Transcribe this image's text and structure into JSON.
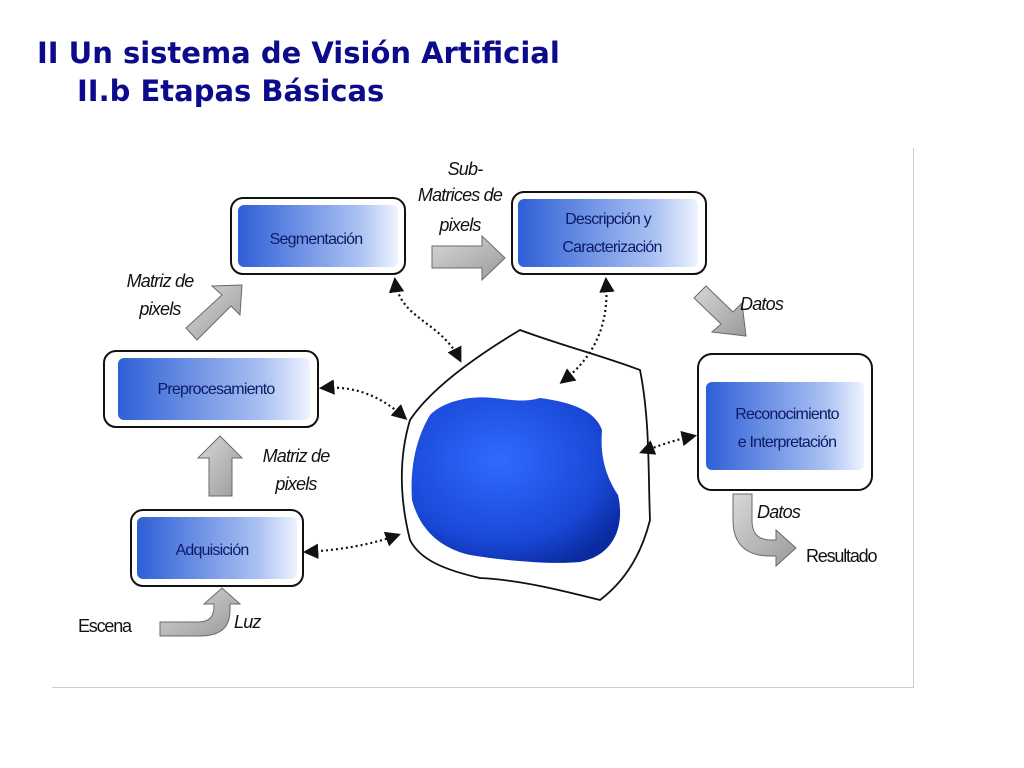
{
  "title": {
    "line1": "II Un sistema de Visión Artificial",
    "line2": "II.b   Etapas Básicas"
  },
  "stages": {
    "segmentacion": "Segmentación",
    "descripcion_l1": "Descripción y",
    "descripcion_l2": "Caracterización",
    "preprocesamiento": "Preprocesamiento",
    "reconocimiento_l1": "Reconocimiento",
    "reconocimiento_l2": "e Interpretación",
    "adquisicion": "Adquisición"
  },
  "labels": {
    "submatrices_l1": "Sub-",
    "submatrices_l2": "Matrices de",
    "submatrices_l3": "pixels",
    "matriz1_l1": "Matriz de",
    "matriz1_l2": "pixels",
    "matriz2_l1": "Matriz de",
    "matriz2_l2": "pixels",
    "datos1": "Datos",
    "datos2": "Datos",
    "luz": "Luz",
    "escena": "Escena",
    "resultado": "Resultado"
  },
  "colors": {
    "title": "#0b0b8c",
    "stage_fill_dark": "#2e5fd6",
    "stage_fill_light": "#e9efff",
    "blob": "#1d4fe0",
    "arrow_fill": "#b5b5b5"
  }
}
